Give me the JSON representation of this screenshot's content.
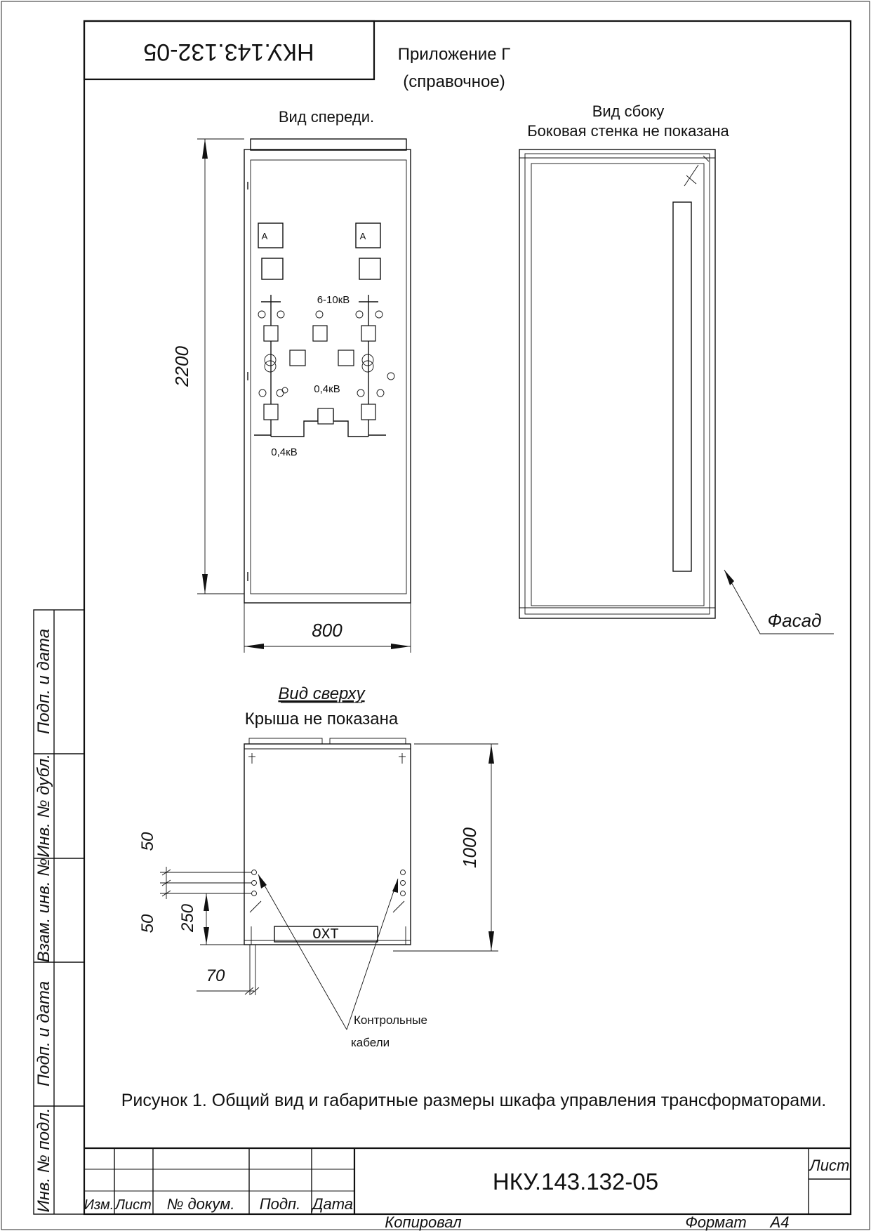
{
  "doc_code_top": "НКУ.143.132-05",
  "appendix": {
    "title": "Приложение Г",
    "subtitle": "(справочное)"
  },
  "front_view": {
    "title": "Вид спереди.",
    "meter_label": "А",
    "label_hv": "6-10кВ",
    "label_lv_center": "0,4кВ",
    "label_lv_bottom": "0,4кВ",
    "dim_height": "2200",
    "dim_width": "800"
  },
  "side_view": {
    "title": "Вид сбоку",
    "subtitle": "Боковая стенка не показана",
    "facade_label": "Фасад"
  },
  "top_view": {
    "title": "Вид сверху",
    "subtitle": "Крыша не показана",
    "dim_depth": "1000",
    "dim_50_upper": "50",
    "dim_50_lower": "50",
    "dim_250": "250",
    "dim_70": "70",
    "oxt_label": "ОХТ",
    "cables_label_1": "Контрольные",
    "cables_label_2": "кабели"
  },
  "caption": "Рисунок 1.   Общий вид и габаритные размеры шкафа управления трансформаторами.",
  "side_stamp": [
    "Подп. и дата",
    "Инв. № дубл.",
    "Взам. инв. №",
    "Подп. и дата",
    "Инв. № подл."
  ],
  "title_block": {
    "code": "НКУ.143.132-05",
    "sheet_label": "Лист",
    "col_izm": "Изм.",
    "col_list": "Лист",
    "col_doc": "№ докум.",
    "col_podp": "Подп.",
    "col_data": "Дата"
  },
  "footer": {
    "copied": "Копировал",
    "format_label": "Формат",
    "format_value": "А4"
  }
}
